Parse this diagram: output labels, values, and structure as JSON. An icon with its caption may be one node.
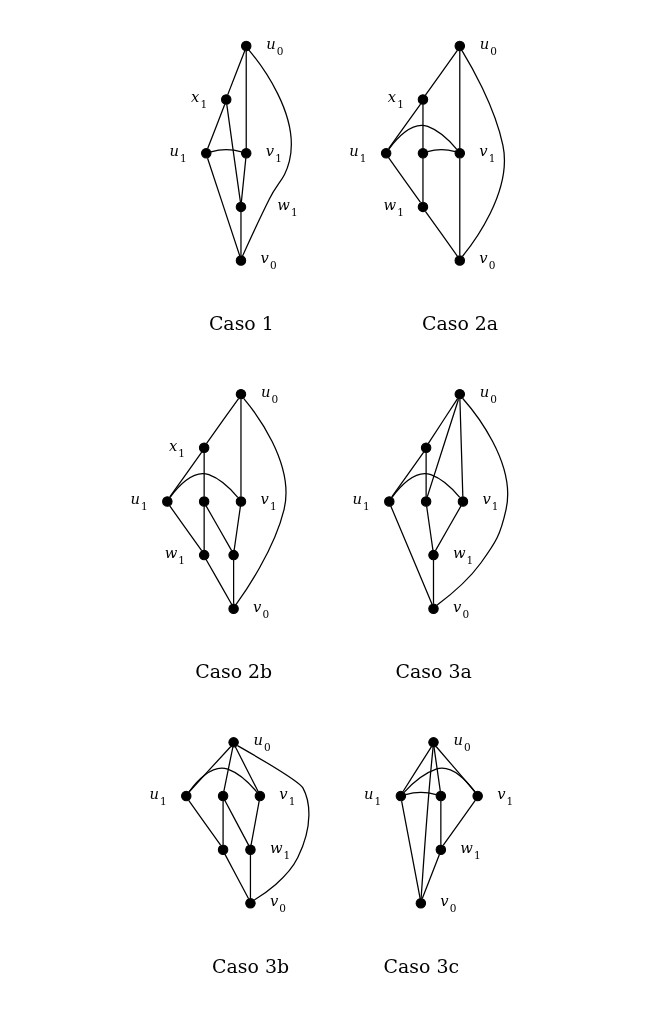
{
  "diagram": {
    "nodes": [
      {
        "text": [],
        "shape": "circle",
        "beside": [
          "u$_{0}$"
        ]
      },
      {
        "text": [],
        "shape": "circle",
        "beside": [
          "x$_{1}$"
        ]
      },
      {
        "text": [],
        "shape": "circle",
        "beside": [
          "u$_{1}$"
        ]
      },
      {
        "text": [],
        "shape": "circle",
        "beside": [
          "v$_{1}$"
        ]
      },
      {
        "text": [],
        "shape": "circle",
        "beside": [
          "w$_{1}$"
        ]
      },
      {
        "text": [],
        "shape": "circle",
        "beside": [
          "v$_{0}$"
        ]
      },
      {
        "text": [],
        "shape": "circle",
        "beside": [
          "u$_{0}$"
        ]
      },
      {
        "text": [],
        "shape": "circle",
        "beside": [
          "x$_{1}$"
        ]
      },
      {
        "text": [],
        "shape": "circle",
        "beside": [
          "u$_{1}$"
        ]
      },
      {
        "text": [],
        "shape": "circle"
      },
      {
        "text": [],
        "shape": "circle",
        "beside": [
          "v$_{1}$"
        ]
      },
      {
        "text": [],
        "shape": "circle",
        "beside": [
          "w$_{1}$"
        ]
      },
      {
        "text": [],
        "shape": "circle",
        "beside": [
          "v$_{0}$"
        ]
      },
      {
        "text": [],
        "shape": "circle",
        "beside": [
          "u$_{0}$"
        ]
      },
      {
        "text": [],
        "shape": "circle",
        "beside": [
          "x$_{1}$"
        ]
      },
      {
        "text": [],
        "shape": "circle",
        "beside": [
          "u$_{1}$"
        ]
      },
      {
        "text": [],
        "shape": "circle"
      },
      {
        "text": [],
        "shape": "circle",
        "beside": [
          "v$_{1}$"
        ]
      },
      {
        "text": [],
        "shape": "circle",
        "beside": [
          "w$_{1}$"
        ]
      },
      {
        "text": [],
        "shape": "circle"
      },
      {
        "text": [],
        "shape": "circle",
        "beside": [
          "v$_{0}$"
        ]
      },
      {
        "text": [],
        "shape": "circle",
        "beside": [
          "u$_{0}$"
        ]
      },
      {
        "text": [],
        "shape": "circle"
      },
      {
        "text": [],
        "shape": "circle",
        "beside": [
          "u$_{1}$"
        ]
      },
      {
        "text": [],
        "shape": "circle"
      },
      {
        "text": [],
        "shape": "circle",
        "beside": [
          "v$_{1}$"
        ]
      },
      {
        "text": [],
        "shape": "circle",
        "beside": [
          "w$_{1}$"
        ]
      },
      {
        "text": [],
        "shape": "circle",
        "beside": [
          "v$_{0}$"
        ]
      },
      {
        "text": [],
        "shape": "circle",
        "beside": [
          "u$_{0}$"
        ]
      },
      {
        "text": [],
        "shape": "circle"
      },
      {
        "text": [],
        "shape": "circle",
        "beside": [
          "u$_{1}$"
        ]
      },
      {
        "text": [],
        "shape": "circle",
        "beside": [
          "v$_{1}$"
        ]
      },
      {
        "text": [],
        "shape": "circle"
      },
      {
        "text": [],
        "shape": "circle",
        "beside": [
          "w$_{1}$"
        ]
      },
      {
        "text": [],
        "shape": "circle",
        "beside": [
          "v$_{0}$"
        ]
      },
      {
        "text": [],
        "shape": "circle",
        "beside": [
          "u$_{0}$"
        ]
      },
      {
        "text": [],
        "shape": "circle"
      },
      {
        "text": [],
        "shape": "circle",
        "beside": [
          "u$_{1}$"
        ]
      },
      {
        "text": [],
        "shape": "circle",
        "beside": [
          "v$_{1}$"
        ]
      },
      {
        "text": [],
        "shape": "circle",
        "beside": [
          "w$_{1}$"
        ]
      },
      {
        "text": [],
        "shape": "circle",
        "beside": [
          "v$_{0}$"
        ]
      }
    ],
    "edges": [
      {
        "from": 0,
        "to": 1,
        "arrow": "none"
      },
      {
        "from": 1,
        "to": 2,
        "arrow": "none"
      },
      {
        "from": 0,
        "to": 3,
        "arrow": "none"
      },
      {
        "from": 3,
        "to": 4,
        "arrow": "none"
      },
      {
        "from": 4,
        "to": 5,
        "arrow": "none"
      },
      {
        "from": 2,
        "to": 5,
        "arrow": "none"
      },
      {
        "from": 0,
        "to": 5,
        "arrow": "none"
      },
      {
        "from": 1,
        "to": 4,
        "arrow": "none"
      },
      {
        "from": 2,
        "to": 3,
        "arrow": "none"
      },
      {
        "from": 6,
        "to": 7,
        "arrow": "none"
      },
      {
        "from": 7,
        "to": 8,
        "arrow": "none"
      },
      {
        "from": 6,
        "to": 10,
        "arrow": "none"
      },
      {
        "from": 10,
        "to": 12,
        "arrow": "none"
      },
      {
        "from": 11,
        "to": 12,
        "arrow": "none"
      },
      {
        "from": 8,
        "to": 11,
        "arrow": "none"
      },
      {
        "from": 6,
        "to": 12,
        "arrow": "none"
      },
      {
        "from": 7,
        "to": 9,
        "arrow": "none"
      },
      {
        "from": 9,
        "to": 11,
        "arrow": "none"
      },
      {
        "from": 9,
        "to": 10,
        "arrow": "none"
      },
      {
        "from": 8,
        "to": 10,
        "arrow": "none"
      },
      {
        "from": 13,
        "to": 14,
        "arrow": "none"
      },
      {
        "from": 14,
        "to": 15,
        "arrow": "none"
      },
      {
        "from": 13,
        "to": 17,
        "arrow": "none"
      },
      {
        "from": 17,
        "to": 19,
        "arrow": "none"
      },
      {
        "from": 19,
        "to": 20,
        "arrow": "none"
      },
      {
        "from": 18,
        "to": 20,
        "arrow": "none"
      },
      {
        "from": 15,
        "to": 18,
        "arrow": "none"
      },
      {
        "from": 13,
        "to": 20,
        "arrow": "none"
      },
      {
        "from": 14,
        "to": 16,
        "arrow": "none"
      },
      {
        "from": 16,
        "to": 18,
        "arrow": "none"
      },
      {
        "from": 16,
        "to": 19,
        "arrow": "none"
      },
      {
        "from": 15,
        "to": 17,
        "arrow": "none"
      },
      {
        "from": 21,
        "to": 22,
        "arrow": "none"
      },
      {
        "from": 22,
        "to": 23,
        "arrow": "none"
      },
      {
        "from": 21,
        "to": 25,
        "arrow": "none"
      },
      {
        "from": 25,
        "to": 26,
        "arrow": "none"
      },
      {
        "from": 26,
        "to": 27,
        "arrow": "none"
      },
      {
        "from": 23,
        "to": 27,
        "arrow": "none"
      },
      {
        "from": 21,
        "to": 27,
        "arrow": "none"
      },
      {
        "from": 22,
        "to": 24,
        "arrow": "none"
      },
      {
        "from": 24,
        "to": 26,
        "arrow": "none"
      },
      {
        "from": 21,
        "to": 24,
        "arrow": "none"
      },
      {
        "from": 23,
        "to": 25,
        "arrow": "none"
      },
      {
        "from": 28,
        "to": 30,
        "arrow": "none"
      },
      {
        "from": 28,
        "to": 31,
        "arrow": "none"
      },
      {
        "from": 31,
        "to": 33,
        "arrow": "none"
      },
      {
        "from": 33,
        "to": 34,
        "arrow": "none"
      },
      {
        "from": 32,
        "to": 34,
        "arrow": "none"
      },
      {
        "from": 30,
        "to": 32,
        "arrow": "none"
      },
      {
        "from": 28,
        "to": 34,
        "arrow": "none"
      },
      {
        "from": 28,
        "to": 29,
        "arrow": "none"
      },
      {
        "from": 29,
        "to": 32,
        "arrow": "none"
      },
      {
        "from": 29,
        "to": 33,
        "arrow": "none"
      },
      {
        "from": 30,
        "to": 31,
        "arrow": "none"
      },
      {
        "from": 35,
        "to": 37,
        "arrow": "none"
      },
      {
        "from": 35,
        "to": 38,
        "arrow": "none"
      },
      {
        "from": 38,
        "to": 39,
        "arrow": "none"
      },
      {
        "from": 39,
        "to": 40,
        "arrow": "none"
      },
      {
        "from": 37,
        "to": 40,
        "arrow": "none"
      },
      {
        "from": 35,
        "to": 40,
        "arrow": "none"
      },
      {
        "from": 35,
        "to": 36,
        "arrow": "none"
      },
      {
        "from": 36,
        "to": 37,
        "arrow": "none"
      },
      {
        "from": 36,
        "to": 39,
        "arrow": "none"
      },
      {
        "from": 37,
        "to": 38,
        "arrow": "none"
      }
    ],
    "labels": [
      "Caso 1",
      "Caso 2a",
      "Caso 2b",
      "Caso 3a",
      "Caso 3b",
      "Caso 3c"
    ]
  }
}
